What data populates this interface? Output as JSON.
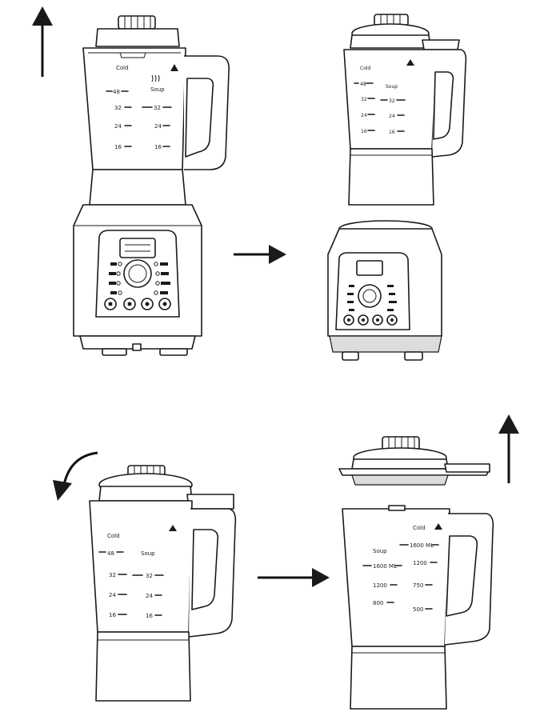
{
  "scale_marks": {
    "small_jug": [
      "48",
      "32",
      "24",
      "16"
    ],
    "soup_side": [
      "32",
      "24",
      "16"
    ],
    "large_jug_left": [
      "1600 ML",
      "1200",
      "800"
    ],
    "large_jug_right": [
      "1600 ML",
      "1200",
      "750",
      "500"
    ]
  },
  "labels": {
    "cold": "Cold",
    "soup": "Soup"
  },
  "panel_buttons_left": [
    "",
    "",
    "",
    ""
  ],
  "colors": {
    "line": "#1a1a1a",
    "background": "#ffffff"
  },
  "icons": [
    "arrow-up-icon",
    "arrow-right-icon",
    "rotate-counterclockwise-icon",
    "warning-triangle-icon",
    "snowflake-cold-icon",
    "steam-soup-icon"
  ]
}
